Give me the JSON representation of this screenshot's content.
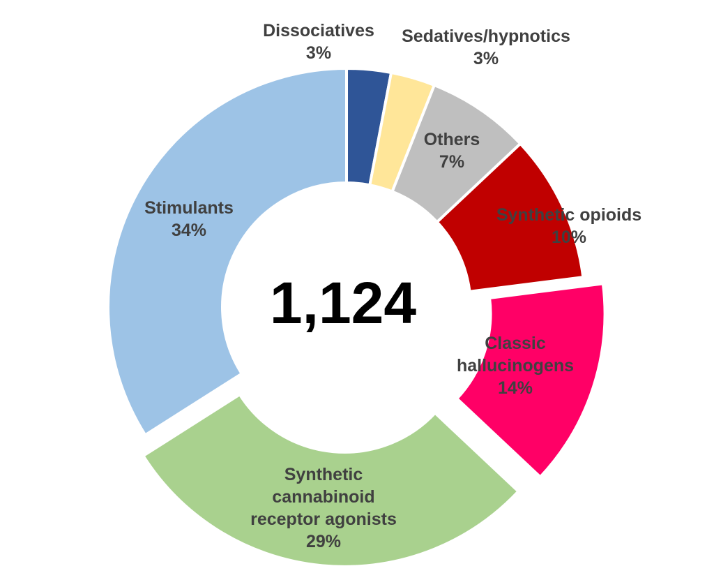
{
  "chart_data": {
    "type": "pie",
    "donut": true,
    "center_label": "1,124",
    "slices": [
      {
        "label": "Dissociatives",
        "value": 3,
        "value_label": "3%",
        "color": "#2F5597"
      },
      {
        "label": "Sedatives/hypnotics",
        "value": 3,
        "value_label": "3%",
        "color": "#FFE699"
      },
      {
        "label": "Others",
        "value": 7,
        "value_label": "7%",
        "color": "#BFBFBF"
      },
      {
        "label": "Synthetic opioids",
        "value": 10,
        "value_label": "10%",
        "color": "#C00000"
      },
      {
        "label": "Classic hallucinogens",
        "value": 14,
        "value_label": "14%",
        "color": "#FF0066",
        "exploded": true
      },
      {
        "label": "Synthetic cannabinoid receptor agonists",
        "value": 29,
        "value_label": "29%",
        "color": "#A9D18E",
        "exploded": true
      },
      {
        "label": "Stimulants",
        "value": 34,
        "value_label": "34%",
        "color": "#9DC3E6"
      }
    ]
  }
}
